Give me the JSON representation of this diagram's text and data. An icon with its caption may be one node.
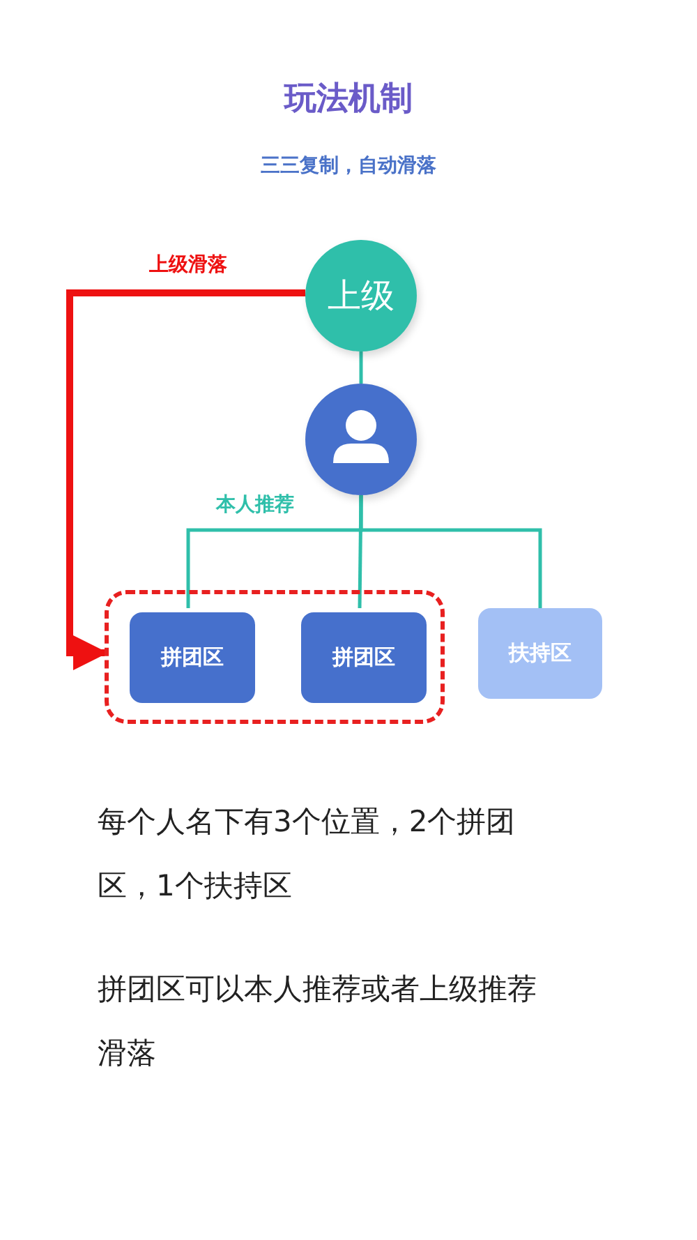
{
  "diagram": {
    "title": "玩法机制",
    "nodes": [
      {
        "text": [
          "上级"
        ]
      },
      {
        "text": [],
        "shape": "person"
      },
      {
        "text": [],
        "shape": "box"
      },
      {
        "text": [
          "拼团区"
        ],
        "in": 2
      },
      {
        "text": [
          "拼团区"
        ],
        "in": 2
      },
      {
        "text": [
          "扶持区"
        ]
      }
    ],
    "edges": [
      {
        "from": 0,
        "to": 1,
        "arrow": "none"
      },
      {
        "from": 1,
        "to": 3,
        "arrow": "none",
        "label": "本人推荐"
      },
      {
        "from": 1,
        "to": 4,
        "arrow": "none"
      },
      {
        "from": 1,
        "to": 5,
        "arrow": "none"
      },
      {
        "from": 0,
        "to": 2,
        "arrow": "to",
        "label": "上级滑落",
        "style": "thick",
        "color": "#ee1111"
      }
    ],
    "labels": [
      "三三复制，自动滑落",
      "每个人名下有3个位置，2个拼团区，1个扶持区",
      "拼团区可以本人推荐或者上级推荐滑落"
    ]
  }
}
